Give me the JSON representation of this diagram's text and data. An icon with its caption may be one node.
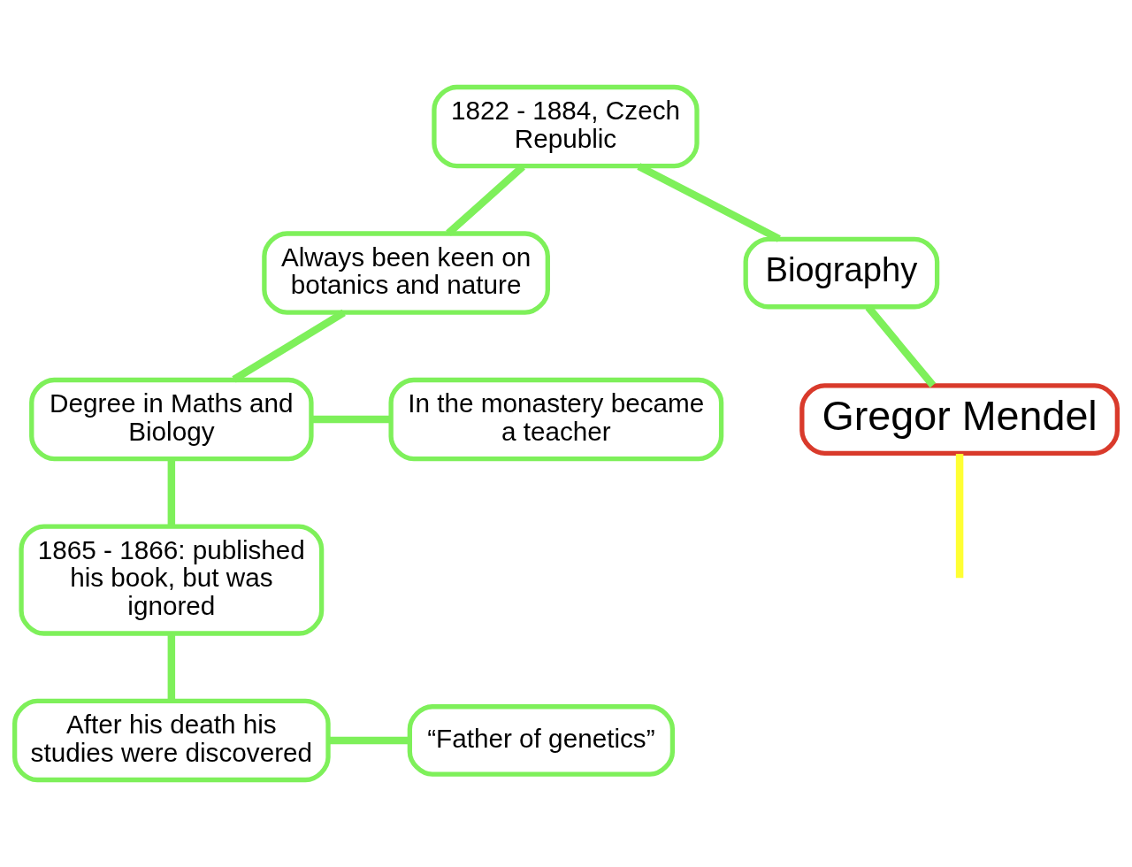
{
  "diagram": {
    "nodes": [
      {
        "text": [
          "1822 - 1884, Czech Republic"
        ]
      },
      {
        "text": [
          "Always been keen on botanics and nature"
        ]
      },
      {
        "text": [
          "Biography"
        ]
      },
      {
        "text": [
          "Degree in Maths and Biology"
        ]
      },
      {
        "text": [
          "In the monastery became a teacher"
        ]
      },
      {
        "text": [
          "1865 - 1866: published his book, but was ignored"
        ]
      },
      {
        "text": [
          "After his death his studies were discovered"
        ]
      },
      {
        "text": [
          "“Father of genetics”"
        ]
      },
      {
        "text": [
          "Gregor Mendel"
        ]
      }
    ],
    "edges": [
      {
        "from": 0,
        "to": 2,
        "arrow": "none"
      },
      {
        "from": 0,
        "to": 1,
        "arrow": "none"
      },
      {
        "from": 1,
        "to": 3,
        "arrow": "none"
      },
      {
        "from": 3,
        "to": 4,
        "arrow": "none"
      },
      {
        "from": 3,
        "to": 5,
        "arrow": "none"
      },
      {
        "from": 5,
        "to": 6,
        "arrow": "none"
      },
      {
        "from": 6,
        "to": 7,
        "arrow": "none"
      },
      {
        "from": 2,
        "to": 8,
        "arrow": "none"
      },
      {
        "from": 8,
        "to": null,
        "arrow": "none",
        "color": "#ffff33"
      }
    ]
  }
}
